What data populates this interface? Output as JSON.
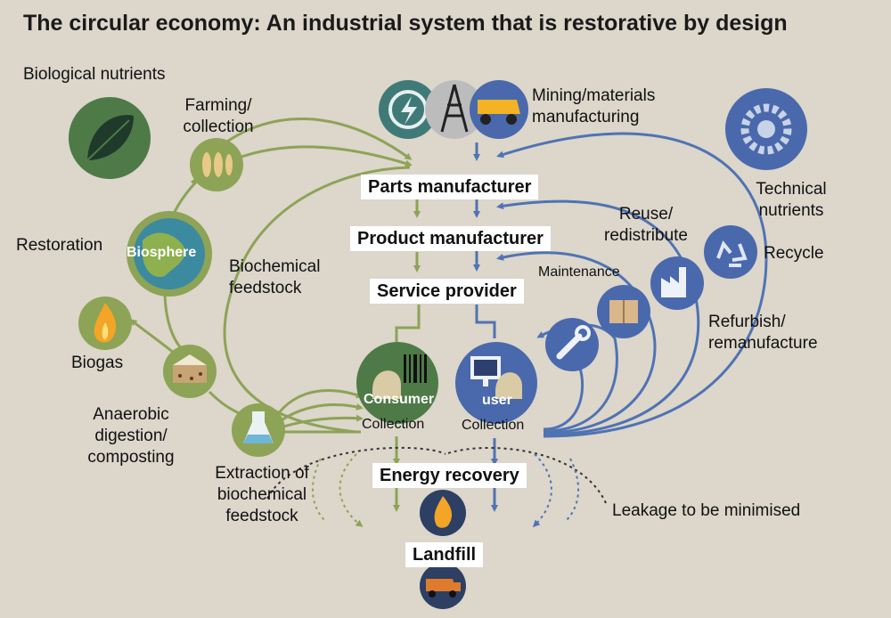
{
  "title": "The circular economy: An industrial system that is restorative by design",
  "biological": {
    "heading": "Biological nutrients",
    "biosphere": "Biosphere",
    "restoration": "Restoration",
    "farming_line1": "Farming/",
    "farming_line2": "collection",
    "biochem_line1": "Biochemical",
    "biochem_line2": "feedstock",
    "biogas": "Biogas",
    "anaerobic_line1": "Anaerobic",
    "anaerobic_line2": "digestion/",
    "anaerobic_line3": "composting",
    "extraction_line1": "Extraction of",
    "extraction_line2": "biochemical",
    "extraction_line3": "feedstock"
  },
  "technical": {
    "heading_line1": "Technical",
    "heading_line2": "nutrients",
    "mining_line1": "Mining/materials",
    "mining_line2": "manufacturing",
    "reuse_line1": "Reuse/",
    "reuse_line2": "redistribute",
    "maintenance": "Maintenance",
    "recycle": "Recycle",
    "refurbish_line1": "Refurbish/",
    "refurbish_line2": "remanufacture"
  },
  "chain": {
    "parts": "Parts manufacturer",
    "product": "Product manufacturer",
    "service": "Service provider",
    "consumer": "Consumer",
    "user": "user",
    "collection_consumer": "Collection",
    "collection_user": "Collection",
    "energy": "Energy recovery",
    "landfill": "Landfill",
    "leakage": "Leakage to be minimised"
  },
  "colors": {
    "background": "#dcd6cb",
    "bio_green": "#8da356",
    "bio_dark": "#4e7a47",
    "tech_blue": "#4f73b3",
    "tech_circle": "#4a69ac",
    "water": "#3c8aa0"
  },
  "icons": [
    "leaf-icon",
    "grain-fish-icon",
    "globe-icon",
    "flame-icon",
    "compost-icon",
    "flask-icon",
    "energy-cycle-icon",
    "oil-derrick-icon",
    "mining-truck-icon",
    "gear-icon",
    "recycle-icon",
    "factory-icon",
    "boxes-icon",
    "wrench-icon",
    "barcode-icon",
    "monitor-icon",
    "dump-truck-icon"
  ]
}
